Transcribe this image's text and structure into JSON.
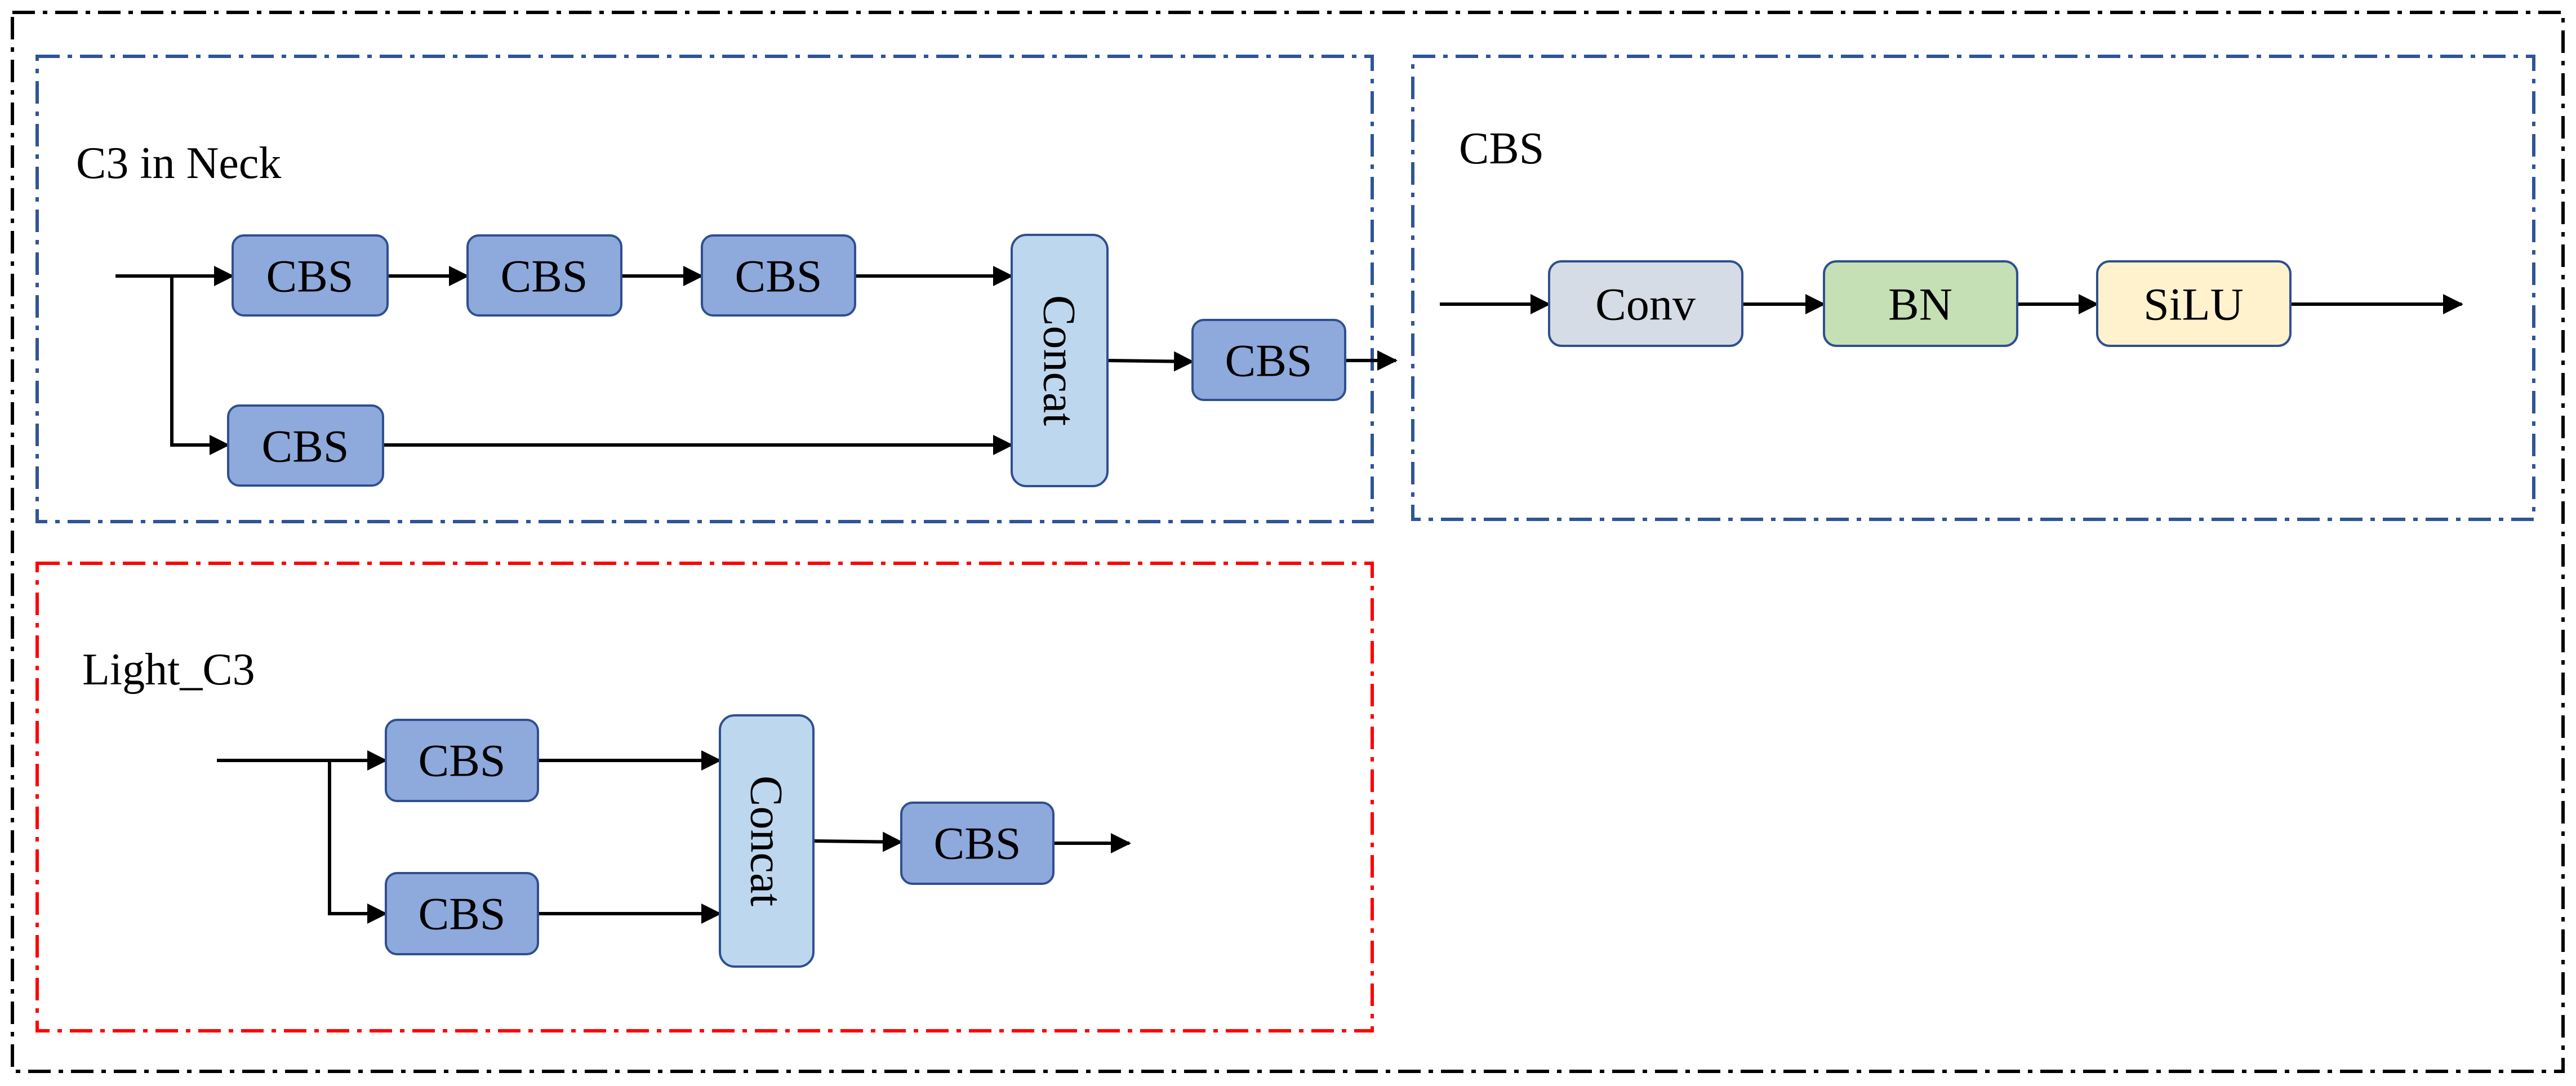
{
  "colors": {
    "outer_border": "#000000",
    "blue_border": "#2F5597",
    "red_border": "#FF0000",
    "cbs_fill": "#8EA9DB",
    "concat_fill": "#BDD7EE",
    "conv_fill": "#D6DCE5",
    "bn_fill": "#C5E0B4",
    "silu_fill": "#FFF2CC",
    "block_stroke": "#2F4F8F",
    "arrow": "#000000"
  },
  "panels": {
    "c3_neck": {
      "title": "C3 in Neck",
      "blocks": {
        "cbs_top_1": "CBS",
        "cbs_top_2": "CBS",
        "cbs_top_3": "CBS",
        "cbs_bottom": "CBS",
        "concat": "Concat",
        "cbs_output": "CBS"
      }
    },
    "cbs": {
      "title": "CBS",
      "blocks": {
        "conv": "Conv",
        "bn": "BN",
        "silu": "SiLU"
      }
    },
    "light_c3": {
      "title": "Light_C3",
      "blocks": {
        "cbs_top": "CBS",
        "cbs_bottom": "CBS",
        "concat": "Concat",
        "cbs_output": "CBS"
      }
    }
  }
}
